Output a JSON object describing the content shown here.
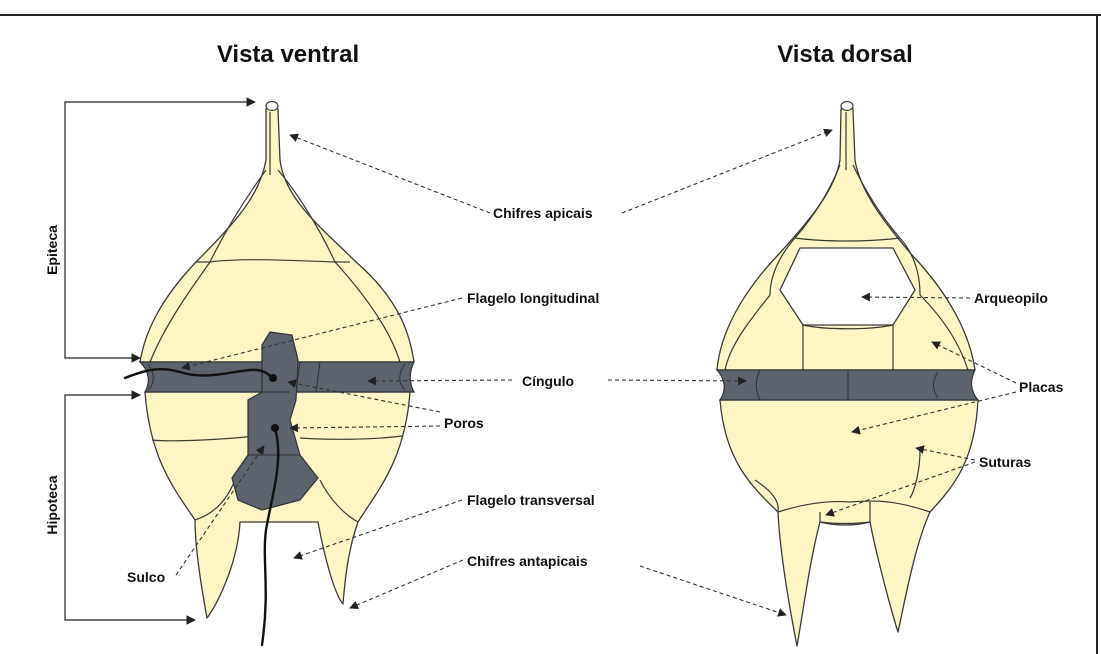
{
  "titles": {
    "ventral": "Vista ventral",
    "dorsal": "Vista dorsal"
  },
  "labels": {
    "epiteca": "Epiteca",
    "hipoteca": "Hipoteca",
    "chifres_apicais": "Chifres apicais",
    "flagelo_longitudinal": "Flagelo longitudinal",
    "arqueopilo": "Arqueopilo",
    "cingulo": "Cíngulo",
    "placas": "Placas",
    "poros": "Poros",
    "suturas": "Suturas",
    "flagelo_transversal": "Flagelo transversal",
    "sulco": "Sulco",
    "chifres_antapicais": "Chifres antapicais"
  },
  "colors": {
    "plate_fill": "#fbf6c4",
    "outline": "#3a3a3a",
    "sulcus_cingulum": "#5c636c"
  }
}
